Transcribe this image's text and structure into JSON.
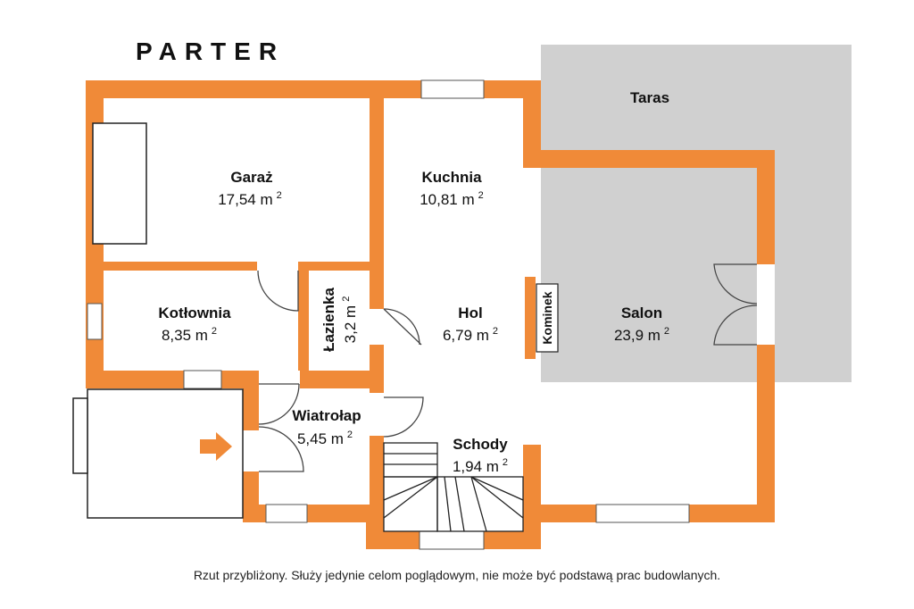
{
  "title": "PARTER",
  "disclaimer": "Rzut przybliżony. Służy jedynie celom poglądowym, nie może być podstawą prac budowlanych.",
  "colors": {
    "wall": "#f08a38",
    "terrace": "#d0d0d0",
    "outline": "#222222",
    "window": "#ffffff"
  },
  "fireplace_label": "Kominek",
  "terrace": {
    "name": "Taras"
  },
  "rooms": {
    "garaz": {
      "name": "Garaż",
      "area": "17,54 m",
      "unit_sup": "2"
    },
    "kuchnia": {
      "name": "Kuchnia",
      "area": "10,81 m",
      "unit_sup": "2"
    },
    "kotlownia": {
      "name": "Kotłownia",
      "area": "8,35 m",
      "unit_sup": "2"
    },
    "lazienka": {
      "name": "Łazienka",
      "area": "3,2 m",
      "unit_sup": "2"
    },
    "hol": {
      "name": "Hol",
      "area": "6,79 m",
      "unit_sup": "2"
    },
    "salon": {
      "name": "Salon",
      "area": "23,9 m",
      "unit_sup": "2"
    },
    "wiatrolap": {
      "name": "Wiatrołap",
      "area": "5,45 m",
      "unit_sup": "2"
    },
    "schody": {
      "name": "Schody",
      "area": "1,94 m",
      "unit_sup": "2"
    }
  }
}
